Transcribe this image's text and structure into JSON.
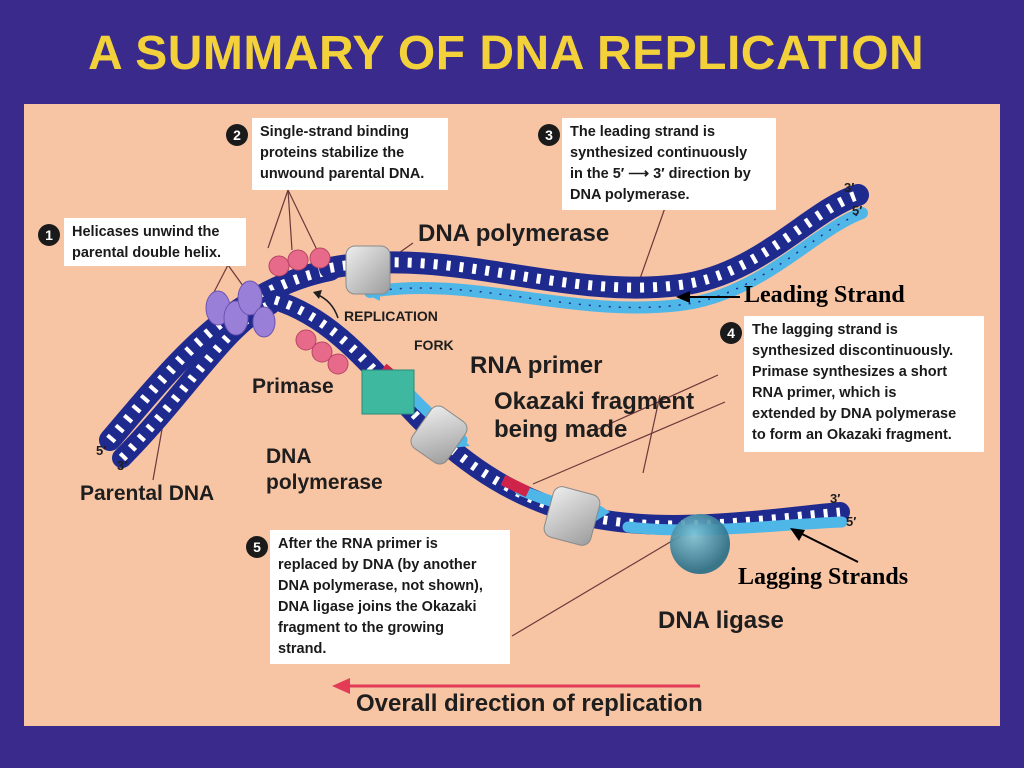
{
  "title": "A SUMMARY OF DNA REPLICATION",
  "colors": {
    "background": "#3a2a8c",
    "panel": "#f7c4a4",
    "title": "#f3d13b",
    "parental_strand": "#1f2a8f",
    "new_strand": "#4fb7e8",
    "rna_primer": "#d0234a",
    "primase": "#3fb8a0",
    "polymerase": "#c8c8c8",
    "ligase": "#2f7f98",
    "helicase": "#9a7fd8",
    "ssb_protein": "#e86a8a",
    "direction_arrow": "#e33a55"
  },
  "steps": [
    {
      "number": "1",
      "text": "Helicases unwind the\nparental double helix."
    },
    {
      "number": "2",
      "text": "Single-strand binding\nproteins stabilize the\nunwound parental DNA."
    },
    {
      "number": "3",
      "text": "The leading strand is\nsynthesized continuously\nin the 5′ ⟶ 3′ direction by\nDNA polymerase."
    },
    {
      "number": "4",
      "text": "The lagging strand is\nsynthesized discontinuously.\nPrimase synthesizes a short\nRNA primer, which is\nextended by DNA polymerase\nto form an Okazaki fragment."
    },
    {
      "number": "5",
      "text": "After the RNA primer is\nreplaced by DNA (by another\nDNA polymerase, not shown),\nDNA ligase joins the Okazaki\nfragment to the growing\nstrand."
    }
  ],
  "labels": {
    "dna_polymerase_top": "DNA polymerase",
    "replication": "REPLICATION",
    "fork": "FORK",
    "rna_primer": "RNA primer",
    "primase": "Primase",
    "okazaki": "Okazaki fragment\nbeing made",
    "dna_polymerase_mid": "DNA\npolymerase",
    "parental_dna": "Parental DNA",
    "dna_ligase": "DNA ligase",
    "overall_direction": "Overall direction of replication",
    "leading_strand": "Leading Strand",
    "lagging_strands": "Lagging Strands"
  },
  "ends": {
    "top_3": "3′",
    "top_5": "5′",
    "bottom_3": "3′",
    "bottom_5": "5′",
    "left_5": "5′",
    "left_3": "3′"
  }
}
